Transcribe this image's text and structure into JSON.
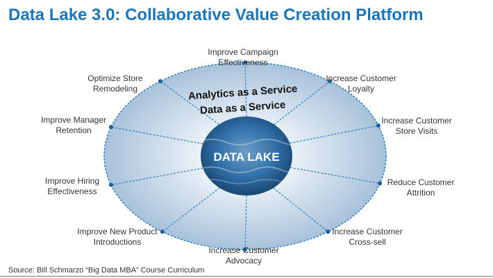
{
  "page": {
    "title": "Data Lake 3.0: Collaborative Value Creation Platform"
  },
  "diagram": {
    "center_label": "DATA LAKE",
    "ring_labels": [
      "Analytics as a Service",
      "Data as a Service"
    ],
    "outcomes": [
      {
        "line1": "Improve Campaign",
        "line2": "Effectiveness"
      },
      {
        "line1": "Increase Customer",
        "line2": "Loyalty"
      },
      {
        "line1": "Increase Customer",
        "line2": "Store Visits"
      },
      {
        "line1": "Reduce Customer",
        "line2": "Attrition"
      },
      {
        "line1": "Increase Customer",
        "line2": "Cross-sell"
      },
      {
        "line1": "Increase Customer",
        "line2": "Advocacy"
      },
      {
        "line1": "Improve New Product",
        "line2": "Introductions"
      },
      {
        "line1": "Improve Hiring",
        "line2": "Effectiveness"
      },
      {
        "line1": "Improve Manager",
        "line2": "Retention"
      },
      {
        "line1": "Optimize Store",
        "line2": "Remodeling"
      }
    ],
    "colors": {
      "accent": "#1b75bb",
      "ring_fill": "#b7cde2",
      "divider": "#2e7fc0",
      "lake": "#1d5e94"
    }
  },
  "footer": {
    "source": "Source: Bill Schmarzo “Big Data MBA” Course Curriculum"
  }
}
